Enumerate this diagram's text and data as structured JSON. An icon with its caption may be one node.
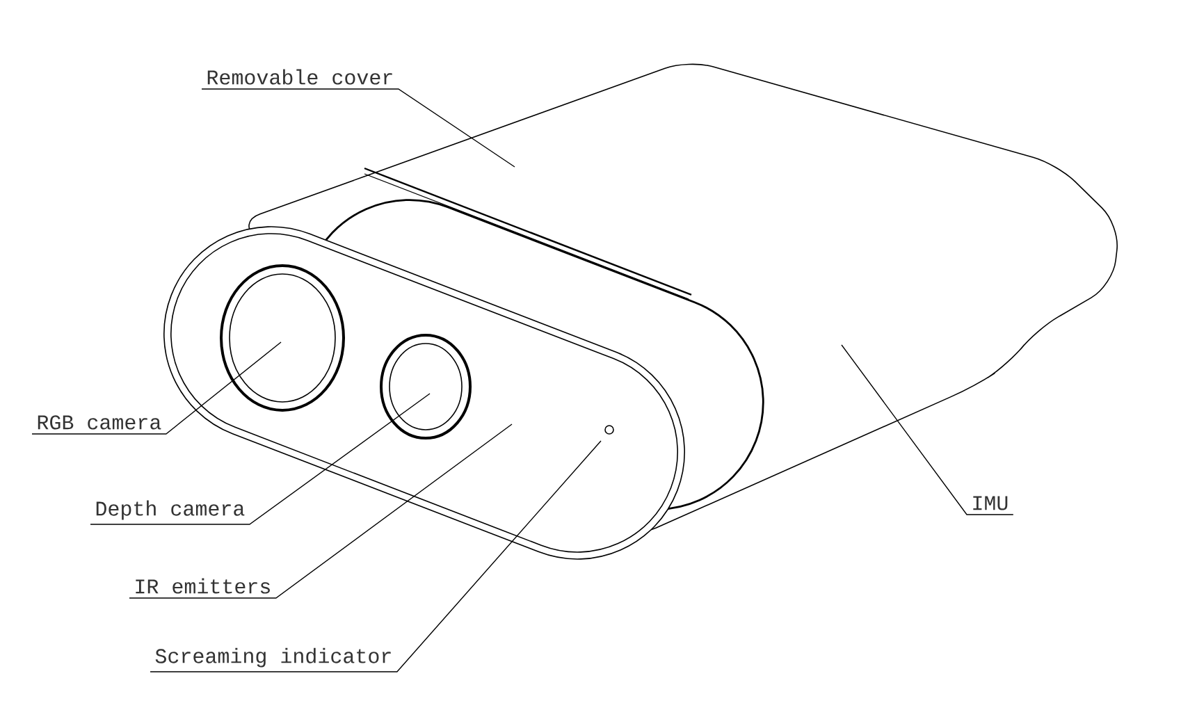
{
  "diagram": {
    "nodes": [
      {
        "text": [
          "Removable cover"
        ]
      },
      {
        "text": [
          "RGB camera"
        ]
      },
      {
        "text": [
          "Depth camera"
        ]
      },
      {
        "text": [
          "IR emitters"
        ]
      },
      {
        "text": [
          "Screaming indicator"
        ]
      },
      {
        "text": [
          "IMU"
        ]
      }
    ],
    "edges": [
      {
        "from": 0,
        "to": null,
        "arrow": "none"
      },
      {
        "from": 1,
        "to": null,
        "arrow": "none"
      },
      {
        "from": 2,
        "to": null,
        "arrow": "none"
      },
      {
        "from": 3,
        "to": null,
        "arrow": "none"
      },
      {
        "from": 4,
        "to": null,
        "arrow": "none"
      },
      {
        "from": 5,
        "to": null,
        "arrow": "none"
      }
    ]
  }
}
